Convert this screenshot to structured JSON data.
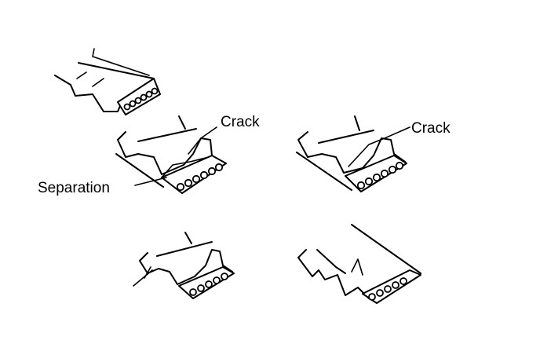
{
  "labels": {
    "crack_1": "Crack",
    "crack_2": "Crack",
    "separation": "Separation"
  },
  "colors": {
    "line": "#000000",
    "background": "#ffffff"
  }
}
